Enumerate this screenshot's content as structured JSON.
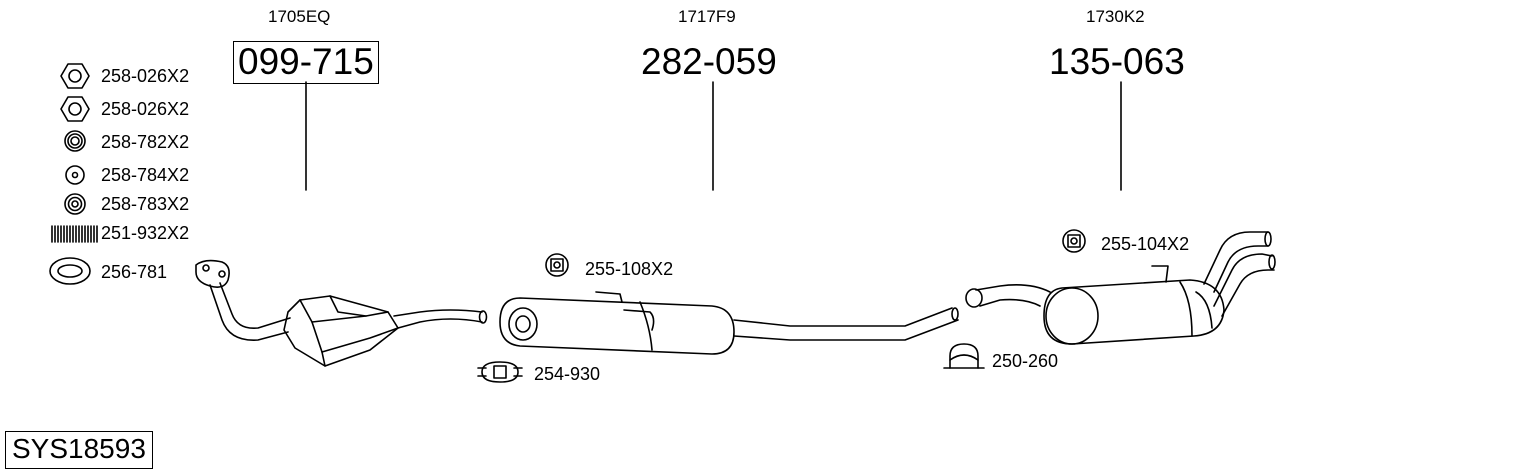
{
  "parts": [
    {
      "oem": "1705EQ",
      "number": "099-715"
    },
    {
      "oem": "1717F9",
      "number": "282-059"
    },
    {
      "oem": "1730K2",
      "number": "135-063"
    }
  ],
  "accessories": {
    "nut1": "258-026X2",
    "nut2": "258-026X2",
    "washer1": "258-782X2",
    "washer2": "258-784X2",
    "washer3": "258-783X2",
    "spring": "251-932X2",
    "gasket": "256-781",
    "rubber_mount_1": "255-108X2",
    "clamp_1": "254-930",
    "rubber_mount_2": "255-104X2",
    "clamp_2": "250-260"
  },
  "system_id": "SYS18593"
}
